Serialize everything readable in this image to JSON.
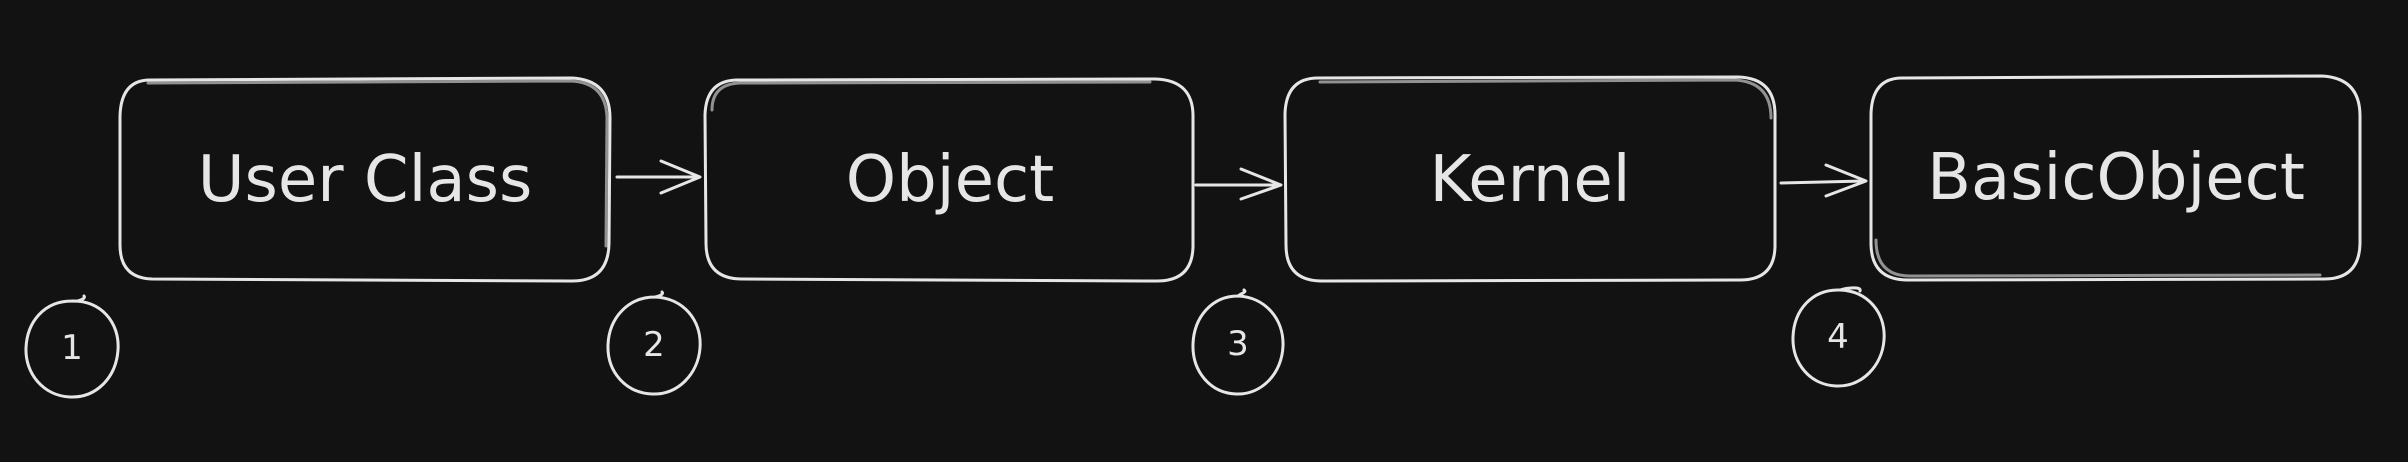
{
  "diagram": {
    "nodes": [
      {
        "label": "User Class"
      },
      {
        "label": "Object"
      },
      {
        "label": "Kernel"
      },
      {
        "label": "BasicObject"
      }
    ],
    "steps": [
      "1",
      "2",
      "3",
      "4"
    ],
    "colors": {
      "background": "#121212",
      "stroke": "#e6e6e6",
      "text": "#e6e6e6"
    }
  }
}
